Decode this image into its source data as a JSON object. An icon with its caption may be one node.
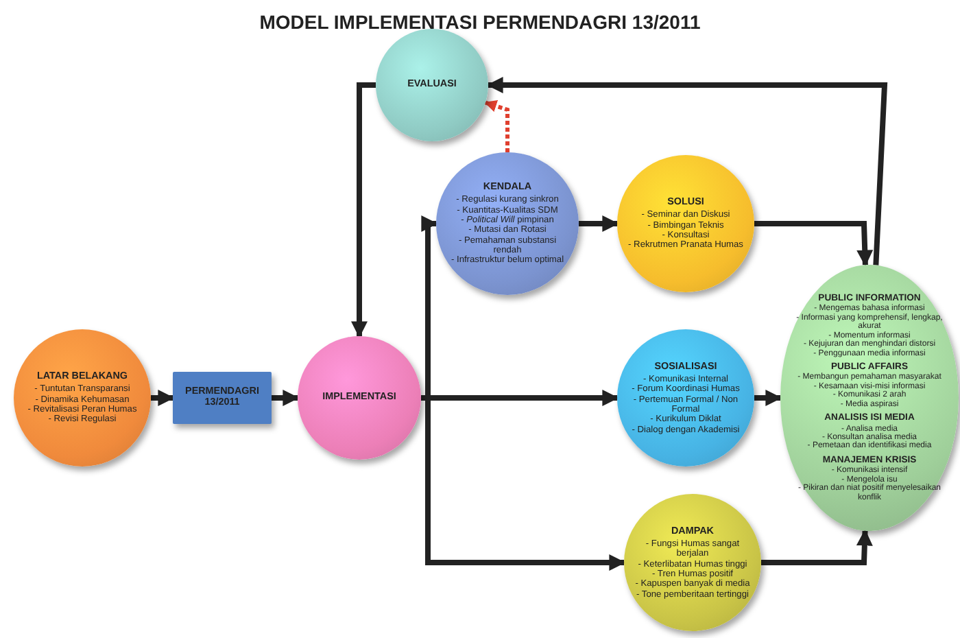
{
  "diagram": {
    "title": "MODEL IMPLEMENTASI PERMENDAGRI 13/2011",
    "nodes": [
      {
        "text": [
          "EVALUASI"
        ]
      },
      {
        "text": [
          "LATAR BELAKANG",
          "- Tuntutan Transparansi",
          "- Dinamika Kehumasan",
          "- Revitalisasi Peran Humas",
          "- Revisi Regulasi"
        ]
      },
      {
        "text": [
          "PERMENDAGRI 13/2011"
        ]
      },
      {
        "text": [
          "IMPLEMENTASI"
        ]
      },
      {
        "text": [
          "KENDALA",
          "- Regulasi kurang sinkron",
          "- Kuantitas-Kualitas SDM",
          "- *Political Will* pimpinan",
          "- Mutasi dan Rotasi",
          "- Pemahaman substansi rendah",
          "- Infrastruktur belum optimal"
        ]
      },
      {
        "text": [
          "SOLUSI",
          "- Seminar dan Diskusi",
          "- Bimbingan Teknis",
          "- Konsultasi",
          "- Rekrutmen Pranata Humas"
        ]
      },
      {
        "text": [
          "SOSIALISASI",
          "- Komunikasi Internal",
          "- Forum Koordinasi Humas",
          "- Pertemuan Formal / Non Formal",
          "- Kurikulum Diklat",
          "- Dialog dengan Akademisi"
        ]
      },
      {
        "text": [
          "DAMPAK",
          "- Fungsi Humas sangat berjalan",
          "- Keterlibatan Humas tinggi",
          "- Tren Humas positif",
          "- Kapuspen banyak di media",
          "- Tone pemberitaan tertinggi"
        ]
      },
      {
        "text": [
          "PUBLIC INFORMATION",
          "- Mengemas bahasa informasi",
          "- Informasi yang komprehensif, lengkap, akurat",
          "- Momentum informasi",
          "- Kejujuran dan menghindari distorsi",
          "- Penggunaan media informasi",
          "PUBLIC AFFAIRS",
          "- Membangun pemahaman masyarakat",
          "- Kesamaan visi-misi informasi",
          "- Komunikasi 2 arah",
          "- Media aspirasi",
          "ANALISIS ISI MEDIA",
          "- Analisa media",
          "- Konsultan analisa media",
          "- Pemetaan dan identifikasi media",
          "MANAJEMEN KRISIS",
          "- Komunikasi intensif",
          "- Mengelola isu",
          "- Pikiran dan niat positif menyelesaikan konflik"
        ]
      }
    ],
    "edges": [
      {
        "from": 1,
        "to": 2,
        "arrow": "to"
      },
      {
        "from": 2,
        "to": 3,
        "arrow": "to"
      },
      {
        "from": 0,
        "to": 3,
        "arrow": "to"
      },
      {
        "from": 3,
        "to": 4,
        "arrow": "to"
      },
      {
        "from": 3,
        "to": 6,
        "arrow": "to"
      },
      {
        "from": 3,
        "to": 7,
        "arrow": "to"
      },
      {
        "from": 4,
        "to": 5,
        "arrow": "to"
      },
      {
        "from": 5,
        "to": 8,
        "arrow": "to"
      },
      {
        "from": 6,
        "to": 8,
        "arrow": "to"
      },
      {
        "from": 7,
        "to": 8,
        "arrow": "to"
      },
      {
        "from": 8,
        "to": 0,
        "arrow": "to"
      },
      {
        "from": 4,
        "to": 0,
        "arrow": "to",
        "style": "dashed",
        "color": "#e0402f"
      }
    ]
  }
}
